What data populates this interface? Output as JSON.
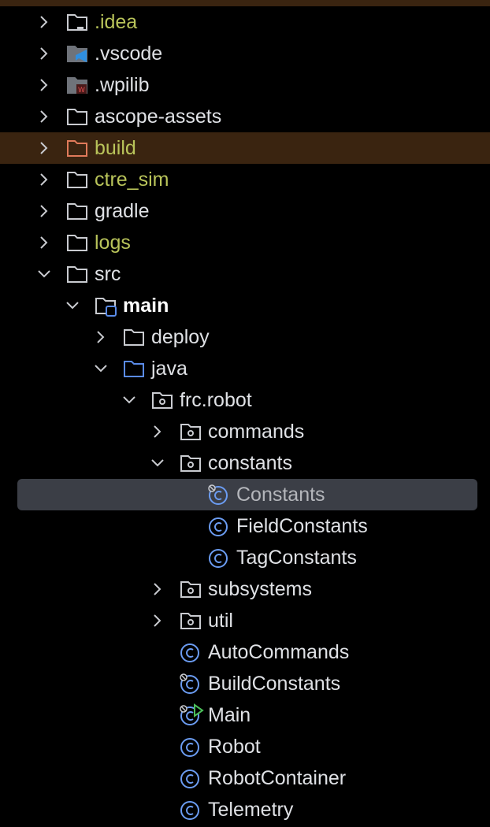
{
  "colors": {
    "background": "#000000",
    "highlight_row": "#3a2410",
    "selected_row": "#3b3e46",
    "text": "#dfe1e5",
    "excluded_text": "#b9c45a",
    "class_icon": "#6b9cf2"
  },
  "tree": {
    "items": [
      {
        "label": ".idea",
        "icon": "folder-icon",
        "expanded": false
      },
      {
        "label": ".vscode",
        "icon": "vscode-folder-icon",
        "expanded": false
      },
      {
        "label": ".wpilib",
        "icon": "wpilib-folder-icon",
        "expanded": false
      },
      {
        "label": "ascope-assets",
        "icon": "folder-icon",
        "expanded": false
      },
      {
        "label": "build",
        "icon": "folder-icon",
        "expanded": false
      },
      {
        "label": "ctre_sim",
        "icon": "folder-icon",
        "expanded": false
      },
      {
        "label": "gradle",
        "icon": "folder-icon",
        "expanded": false
      },
      {
        "label": "logs",
        "icon": "folder-icon",
        "expanded": false
      },
      {
        "label": "src",
        "icon": "folder-icon",
        "expanded": true
      },
      {
        "label": "main",
        "icon": "module-folder-icon",
        "expanded": true
      },
      {
        "label": "deploy",
        "icon": "folder-icon",
        "expanded": false
      },
      {
        "label": "java",
        "icon": "source-folder-icon",
        "expanded": true
      },
      {
        "label": "frc.robot",
        "icon": "package-icon",
        "expanded": true
      },
      {
        "label": "commands",
        "icon": "package-icon",
        "expanded": false
      },
      {
        "label": "constants",
        "icon": "package-icon",
        "expanded": true
      },
      {
        "label": "Constants",
        "icon": "class-icon",
        "selected": true
      },
      {
        "label": "FieldConstants",
        "icon": "class-icon"
      },
      {
        "label": "TagConstants",
        "icon": "class-icon"
      },
      {
        "label": "subsystems",
        "icon": "package-icon",
        "expanded": false
      },
      {
        "label": "util",
        "icon": "package-icon",
        "expanded": false
      },
      {
        "label": "AutoCommands",
        "icon": "class-icon"
      },
      {
        "label": "BuildConstants",
        "icon": "class-icon"
      },
      {
        "label": "Main",
        "icon": "runnable-class-icon"
      },
      {
        "label": "Robot",
        "icon": "class-icon"
      },
      {
        "label": "RobotContainer",
        "icon": "class-icon"
      },
      {
        "label": "Telemetry",
        "icon": "class-icon"
      }
    ]
  }
}
